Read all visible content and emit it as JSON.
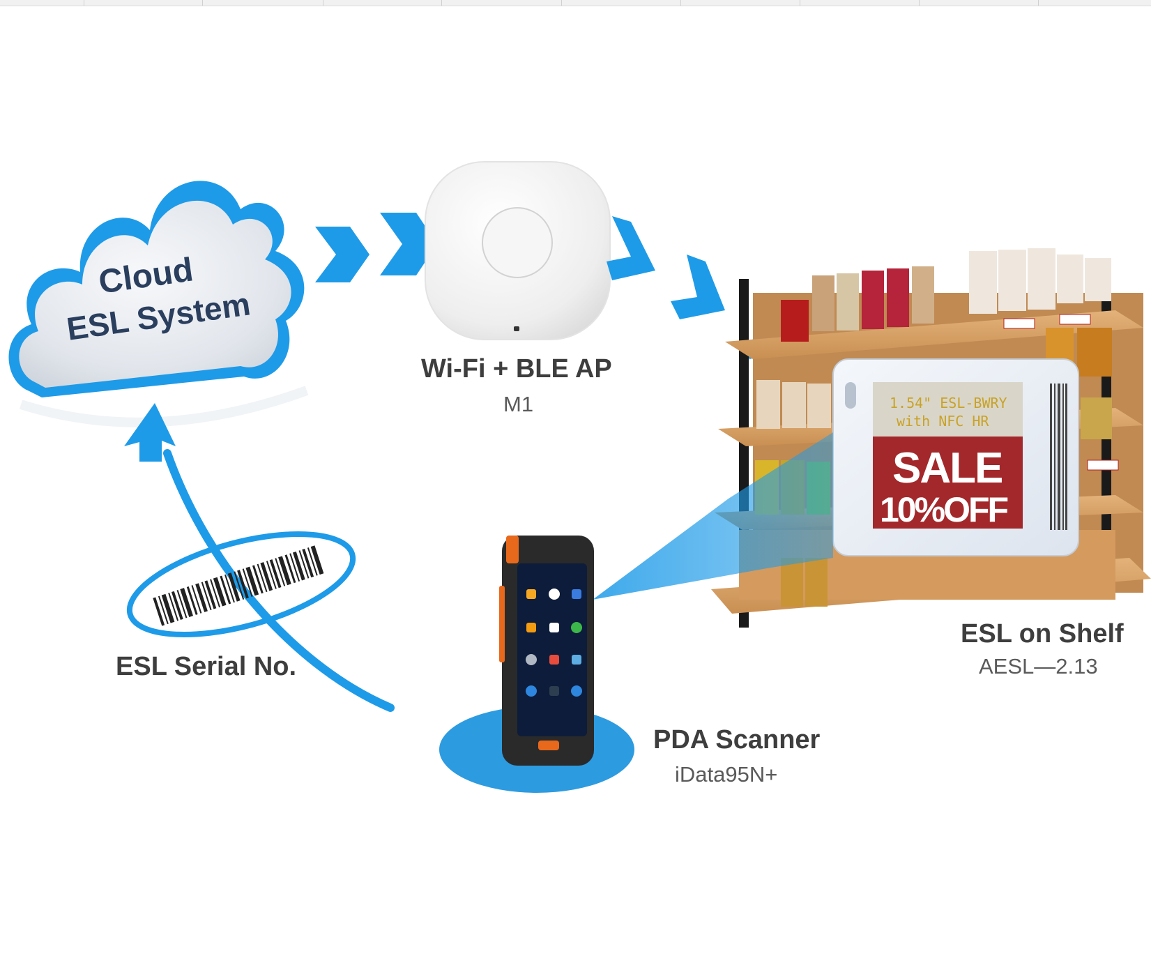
{
  "cloud": {
    "line1": "Cloud",
    "line2": "ESL System"
  },
  "access_point": {
    "title": "Wi-Fi + BLE AP",
    "model": "M1"
  },
  "esl_shelf": {
    "title": "ESL on Shelf",
    "model": "AESL—2.13"
  },
  "serial": {
    "title": "ESL Serial No."
  },
  "pda": {
    "title": "PDA Scanner",
    "model": "iData95N+"
  },
  "esl_tag": {
    "line1": "1.54\" ESL-BWRY",
    "line2": "with NFC HR",
    "sale": "SALE",
    "discount": "10%OFF"
  },
  "colors": {
    "accent_blue": "#1e9be8",
    "cloud_fill": "#e4e8ee",
    "sale_red": "#a3282b",
    "tag_yellow": "#c9a227",
    "shelf_wood": "#d9a46a",
    "phone_orange": "#e8691c"
  },
  "icons": [
    "cloud-icon",
    "access-point-icon",
    "barcode-icon",
    "pda-scanner-icon",
    "shelf-icon",
    "esl-tag-icon"
  ]
}
